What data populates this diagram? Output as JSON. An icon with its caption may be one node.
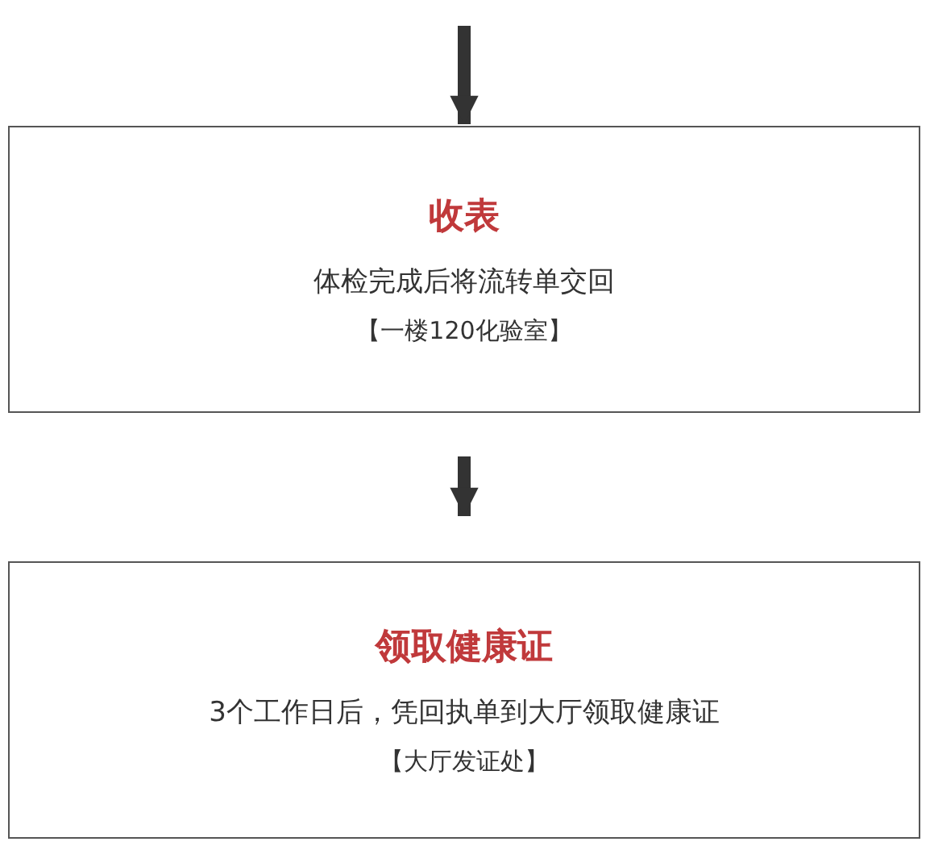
{
  "diagram": {
    "nodes": [
      {
        "text": [
          "收表",
          "体检完成后将流转单交回",
          "【一楼120化验室】"
        ]
      },
      {
        "text": [
          "领取健康证",
          "3个工作日后，凭回执单到大厅领取健康证",
          "【大厅发证处】"
        ]
      }
    ],
    "edges": [
      {
        "from": null,
        "to": 0,
        "arrow": "to"
      },
      {
        "from": 0,
        "to": 1,
        "arrow": "to"
      }
    ]
  }
}
